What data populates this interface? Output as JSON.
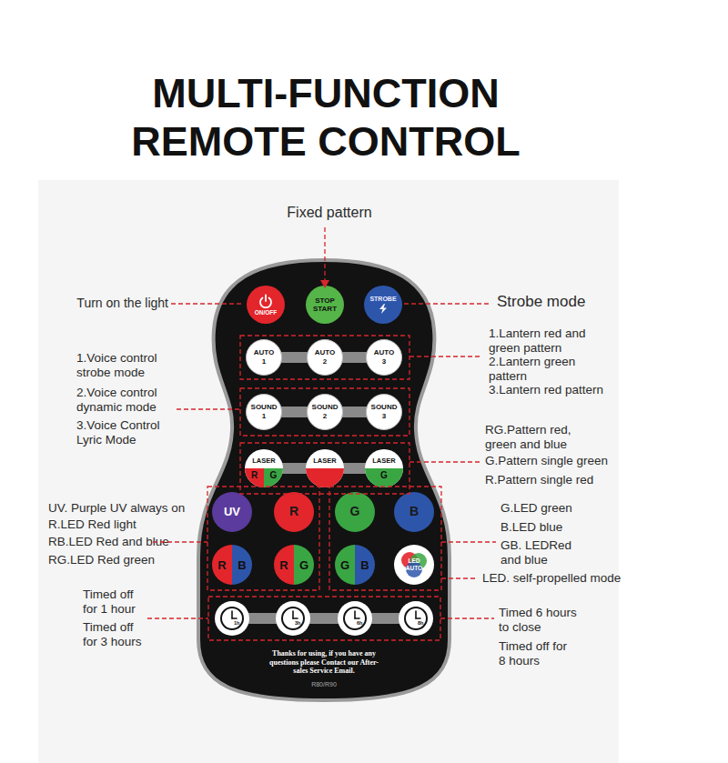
{
  "diagram": {
    "title": "MULTI-FUNCTION REMOTE CONTROL",
    "nodes": [
      {
        "text": [
          "Thanks for using, if you have any questions please Contact our After-sales Service Email.",
          "R80/R90"
        ]
      },
      {
        "text": [
          "ON/OFF"
        ],
        "in": 0
      },
      {
        "text": [
          "STOP START"
        ],
        "in": 0
      },
      {
        "text": [
          "STROBE"
        ],
        "in": 0
      },
      {
        "text": [
          "AUTO 1"
        ],
        "in": 0
      },
      {
        "text": [
          "AUTO 2"
        ],
        "in": 0
      },
      {
        "text": [
          "AUTO 3"
        ],
        "in": 0
      },
      {
        "text": [
          "SOUND 1"
        ],
        "in": 0
      },
      {
        "text": [
          "SOUND 2"
        ],
        "in": 0
      },
      {
        "text": [
          "SOUND 3"
        ],
        "in": 0
      },
      {
        "text": [
          "LASER",
          "R",
          "G"
        ],
        "in": 0
      },
      {
        "text": [
          "LASER"
        ],
        "in": 0
      },
      {
        "text": [
          "LASER",
          "G"
        ],
        "in": 0
      },
      {
        "text": [
          "UV"
        ],
        "in": 0
      },
      {
        "text": [
          "R"
        ],
        "in": 0
      },
      {
        "text": [
          "G"
        ],
        "in": 0
      },
      {
        "text": [
          "B"
        ],
        "in": 0
      },
      {
        "text": [
          "R",
          "B"
        ],
        "in": 0
      },
      {
        "text": [
          "R",
          "G"
        ],
        "in": 0
      },
      {
        "text": [
          "G",
          "B"
        ],
        "in": 0
      },
      {
        "text": [
          "LED AUTO"
        ],
        "in": 0
      },
      {
        "text": [
          "1h"
        ],
        "in": 0
      },
      {
        "text": [
          "3h"
        ],
        "in": 0
      },
      {
        "text": [
          "6h"
        ],
        "in": 0
      },
      {
        "text": [
          "8h"
        ],
        "in": 0
      }
    ],
    "labels": [
      "Fixed pattern",
      "Turn on the light",
      "Strobe mode",
      "1.Lantern red and green pattern",
      "2.Lantern green pattern",
      "3.Lantern red pattern",
      "1.Voice control strobe mode",
      "2.Voice control dynamic mode",
      "3.Voice Control Lyric Mode",
      "RG.Pattern red, green and blue",
      "G.Pattern single green",
      "R.Pattern single red",
      "UV. Purple UV always on",
      "R.LED Red light",
      "RB.LED Red and blue",
      "RG.LED Red green",
      "G.LED green",
      "B.LED blue",
      "GB. LEDRed and blue",
      "LED. self-propelled mode",
      "Timed off for 1 hour",
      "Timed off for 3 hours",
      "Timed 6 hours to close",
      "Timed off for 8 hours"
    ]
  }
}
